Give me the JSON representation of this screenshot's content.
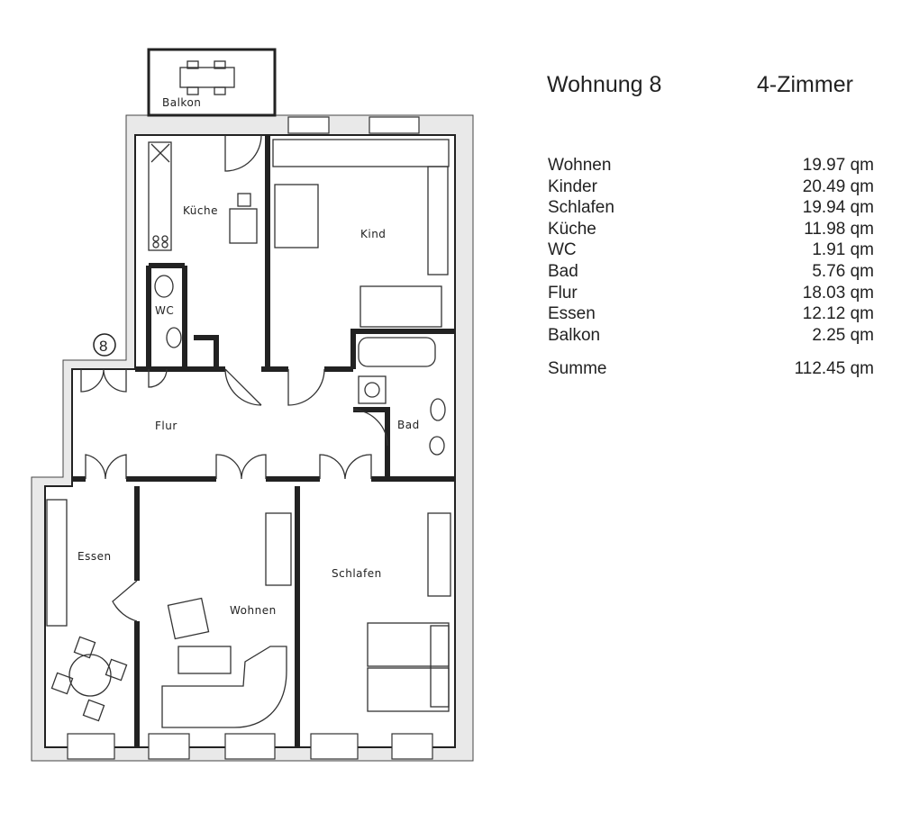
{
  "header": {
    "title": "Wohnung 8",
    "type": "4-Zimmer"
  },
  "plan": {
    "unit_marker": "8",
    "rooms": {
      "balkon": "Balkon",
      "kueche": "Küche",
      "kind": "Kind",
      "wc": "WC",
      "flur": "Flur",
      "bad": "Bad",
      "essen": "Essen",
      "wohnen": "Wohnen",
      "schlafen": "Schlafen"
    }
  },
  "areas": [
    {
      "room": "Wohnen",
      "area": "19.97 qm"
    },
    {
      "room": "Kinder",
      "area": "20.49 qm"
    },
    {
      "room": "Schlafen",
      "area": "19.94 qm"
    },
    {
      "room": "Küche",
      "area": "11.98 qm"
    },
    {
      "room": "WC",
      "area": "1.91 qm"
    },
    {
      "room": "Bad",
      "area": "5.76 qm"
    },
    {
      "room": "Flur",
      "area": "18.03 qm"
    },
    {
      "room": "Essen",
      "area": "12.12 qm"
    },
    {
      "room": "Balkon",
      "area": "2.25 qm"
    }
  ],
  "total": {
    "label": "Summe",
    "area": "112.45 qm"
  }
}
